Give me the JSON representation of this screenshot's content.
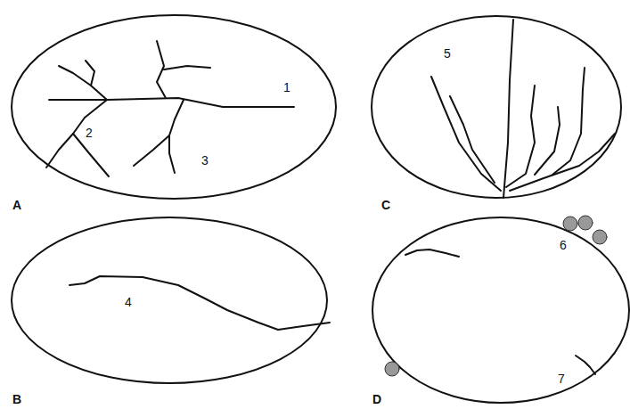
{
  "diagram": {
    "labels": [
      "1",
      "2",
      "3",
      "A",
      "5",
      "C",
      "4",
      "B",
      "6",
      "7",
      "D"
    ]
  }
}
